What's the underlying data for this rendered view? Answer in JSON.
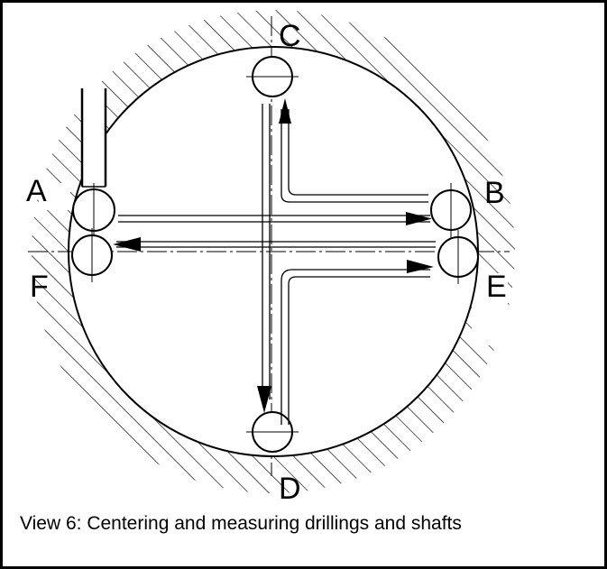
{
  "points": {
    "A": "A",
    "B": "B",
    "C": "C",
    "D": "D",
    "E": "E",
    "F": "F"
  },
  "caption": "View 6: Centering and measuring drillings and shafts",
  "colors": {
    "ink": "#000000",
    "paper": "#ffffff"
  }
}
